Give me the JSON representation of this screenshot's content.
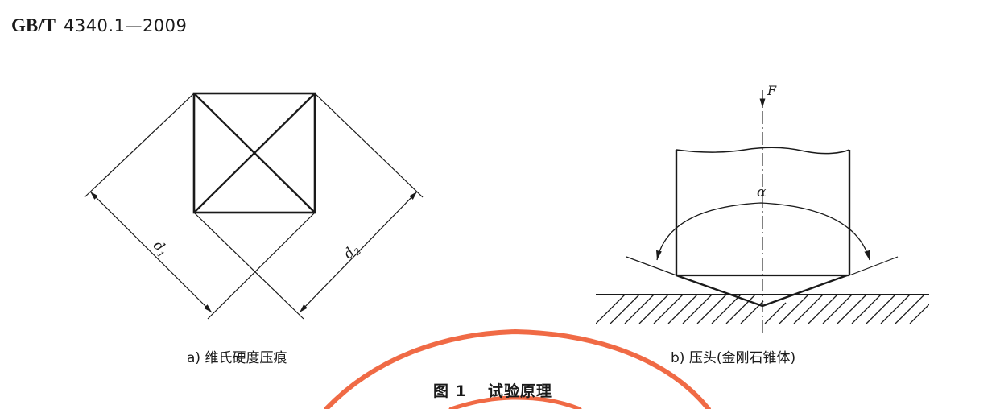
{
  "header": {
    "standard_code": "GB/T",
    "standard_number": "4340.1—2009"
  },
  "figure_a": {
    "caption": "a) 维氏硬度压痕",
    "labels": {
      "d1": "d",
      "d1_sub": "1",
      "d2": "d",
      "d2_sub": "2"
    }
  },
  "figure_b": {
    "caption": "b) 压头(金刚石锥体)",
    "labels": {
      "force": "F",
      "angle": "α"
    }
  },
  "figure_title": {
    "number": "图 1",
    "text": "试验原理"
  },
  "colors": {
    "line": "#1a1a1a",
    "stamp": "#f06a45",
    "background": "#ffffff"
  }
}
